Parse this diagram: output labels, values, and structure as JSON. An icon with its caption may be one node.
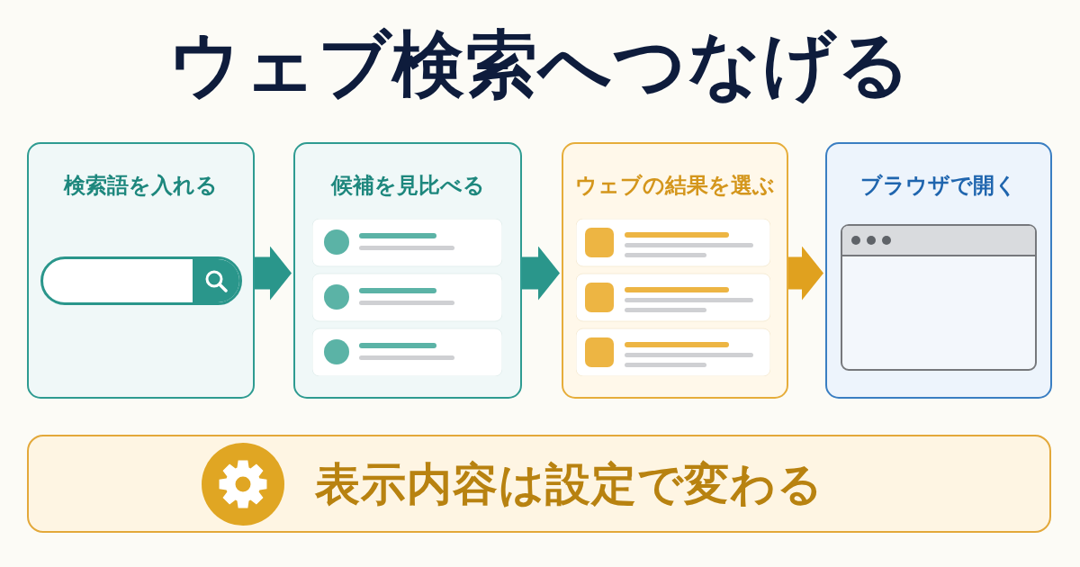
{
  "diagram": {
    "title": "ウェブ検索へつなげる",
    "nodes": [
      {
        "text": [
          "検索語を入れる"
        ]
      },
      {
        "text": [
          "候補を見比べる"
        ]
      },
      {
        "text": [
          "ウェブの結果を選ぶ"
        ]
      },
      {
        "text": [
          "ブラウザで開く"
        ]
      },
      {
        "text": [
          "表示内容は設定で変わる"
        ]
      }
    ],
    "edges": [
      {
        "from": 0,
        "to": 1,
        "arrow": "to"
      },
      {
        "from": 1,
        "to": 2,
        "arrow": "to"
      },
      {
        "from": 2,
        "to": 3,
        "arrow": "to",
        "color": "#e0a11f"
      }
    ]
  }
}
